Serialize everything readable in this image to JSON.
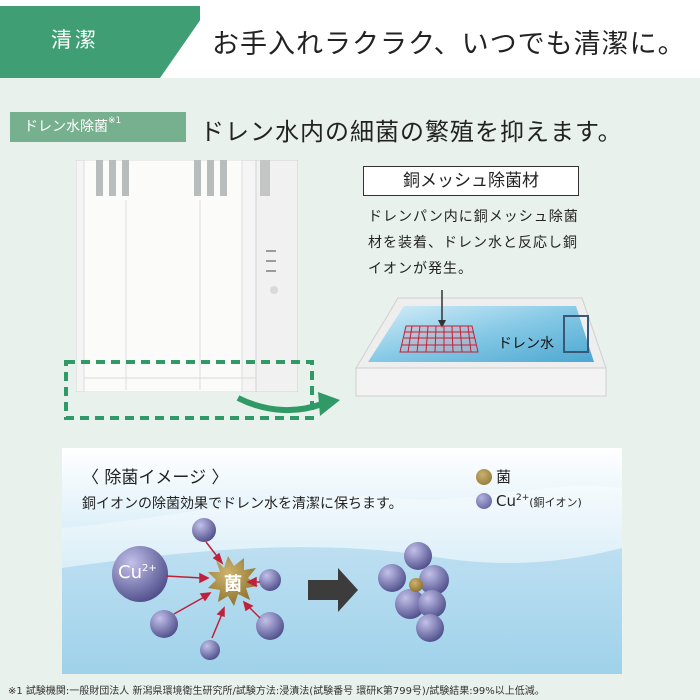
{
  "header": {
    "tag": "清潔",
    "title": "お手入れラクラク、いつでも清潔に。"
  },
  "feature": {
    "badge": "ドレン水除菌",
    "badge_note": "※1",
    "title": "ドレン水内の細菌の繁殖を抑えます。"
  },
  "mesh": {
    "label": "銅メッシュ除菌材",
    "description": [
      "ドレンパン内に銅メッシュ除菌",
      "材を装着、ドレン水と反応し銅",
      "イオンが発生。"
    ],
    "water_label": "ドレン水"
  },
  "image_panel": {
    "title": "〈 除菌イメージ 〉",
    "description": "銅イオンの除菌効果でドレン水を清潔に保ちます。",
    "legend_germ": "菌",
    "legend_cu": "Cu",
    "legend_cu_sup": "2+",
    "legend_cu_note": "(銅イオン)",
    "cu_big": "Cu",
    "cu_big_sup": "2+",
    "germ_center": "菌"
  },
  "footnote": "※1 試験機関:一般財団法人 新潟県環境衛生研究所/試験方法:浸漬法(試験番号 環研K第799号)/試験結果:99%以上低減。",
  "colors": {
    "header_green": "#3f9e73",
    "badge_green": "#77b08f",
    "dashed_green": "#2f9a66",
    "cu_ion": "#5e5c96",
    "germ": "#a88c3c",
    "arrow_red": "#c0203a"
  },
  "icons": [
    "air-conditioner-illustration",
    "curved-arrow-icon",
    "copper-mesh-tray-illustration",
    "right-arrow-icon"
  ]
}
